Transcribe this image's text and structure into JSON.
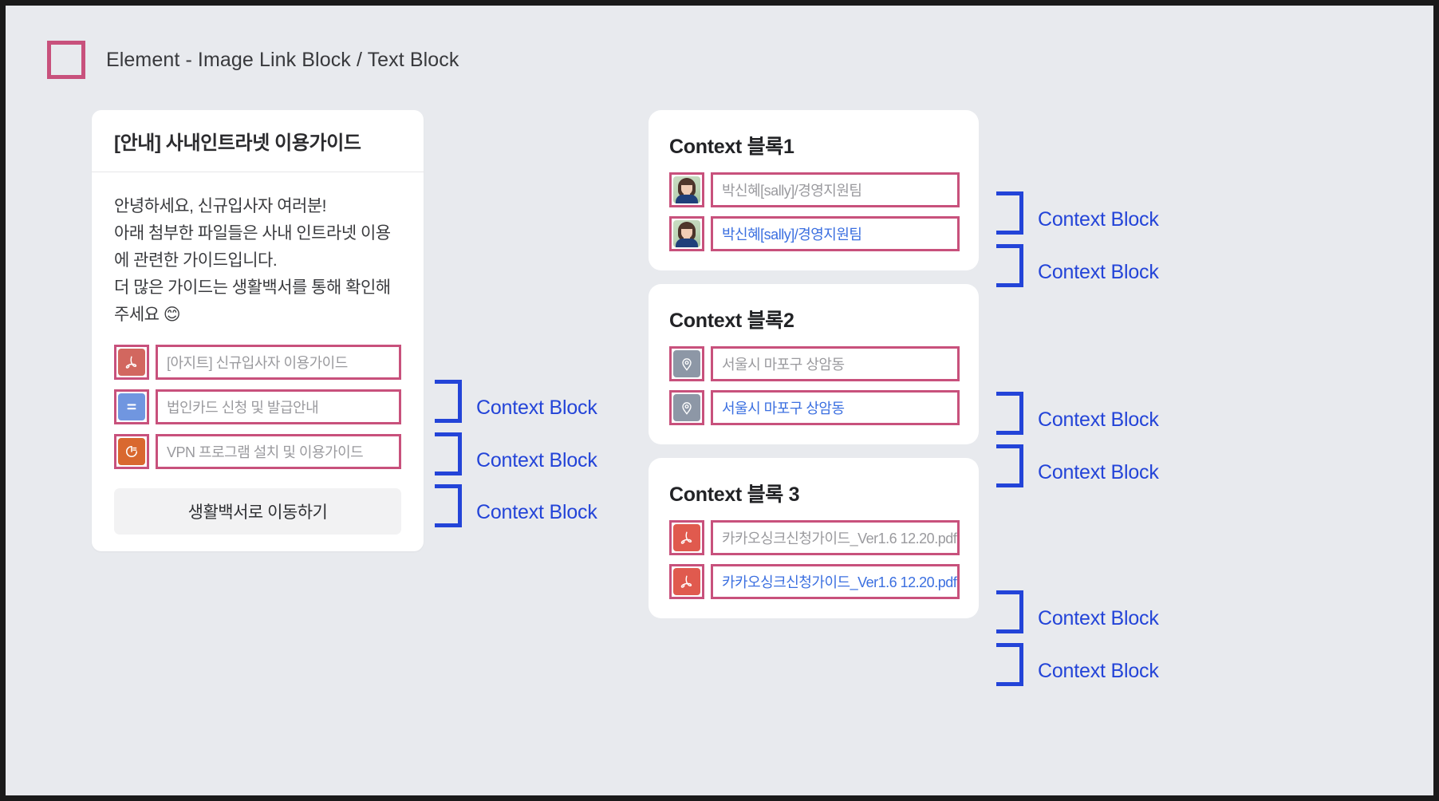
{
  "legend": {
    "label": "Element - Image Link Block / Text Block",
    "swatch_color": "#c8517c"
  },
  "notice_card": {
    "title": "[안내] 사내인트라넷 이용가이드",
    "body": "안녕하세요, 신규입사자 여러분!\n아래 첨부한 파일들은 사내 인트라넷 이용에 관련한 가이드입니다.\n더 많은 가이드는 생활백서를 통해 확인해주세요 😊",
    "attachments": [
      {
        "icon": "pdf-file-icon",
        "text": "[아지트] 신규입사자 이용가이드",
        "style": "plain"
      },
      {
        "icon": "document-file-icon",
        "text": "법인카드 신청 및 발급안내",
        "style": "plain"
      },
      {
        "icon": "presentation-file-icon",
        "text": "VPN 프로그램 설치 및 이용가이드",
        "style": "plain"
      }
    ],
    "cta_label": "생활백서로 이동하기"
  },
  "context_cards": [
    {
      "title": "Context 블록1",
      "rows": [
        {
          "icon": "avatar-photo-icon",
          "text": "박신혜[sally]/경영지원팀",
          "style": "plain"
        },
        {
          "icon": "avatar-photo-icon",
          "text": "박신혜[sally]/경영지원팀",
          "style": "link"
        }
      ]
    },
    {
      "title": "Context 블록2",
      "rows": [
        {
          "icon": "location-pin-icon",
          "text": "서울시 마포구 상암동",
          "style": "plain"
        },
        {
          "icon": "location-pin-icon",
          "text": "서울시 마포구 상암동",
          "style": "link"
        }
      ]
    },
    {
      "title": "Context 블록 3",
      "rows": [
        {
          "icon": "pdf-file-icon",
          "text": "카카오싱크신청가이드_Ver1.6 12.20.pdf",
          "style": "plain"
        },
        {
          "icon": "pdf-file-icon",
          "text": "카카오싱크신청가이드_Ver1.6 12.20.pdf",
          "style": "link"
        }
      ]
    }
  ],
  "annotations": {
    "label": "Context Block",
    "color": "#2344d8",
    "left_group": [
      "Context Block",
      "Context Block",
      "Context Block"
    ],
    "right_group": [
      "Context Block",
      "Context Block",
      "Context Block",
      "Context Block",
      "Context Block",
      "Context Block"
    ]
  },
  "colors": {
    "page_background": "#e8eaee",
    "annotation_box": "#c8517c",
    "annotation_text": "#2344d8",
    "card_background": "#ffffff",
    "pdf_icon": "#e05a4e",
    "document_icon": "#7096e0",
    "presentation_icon": "#d9682f",
    "location_icon": "#8d97a6"
  }
}
